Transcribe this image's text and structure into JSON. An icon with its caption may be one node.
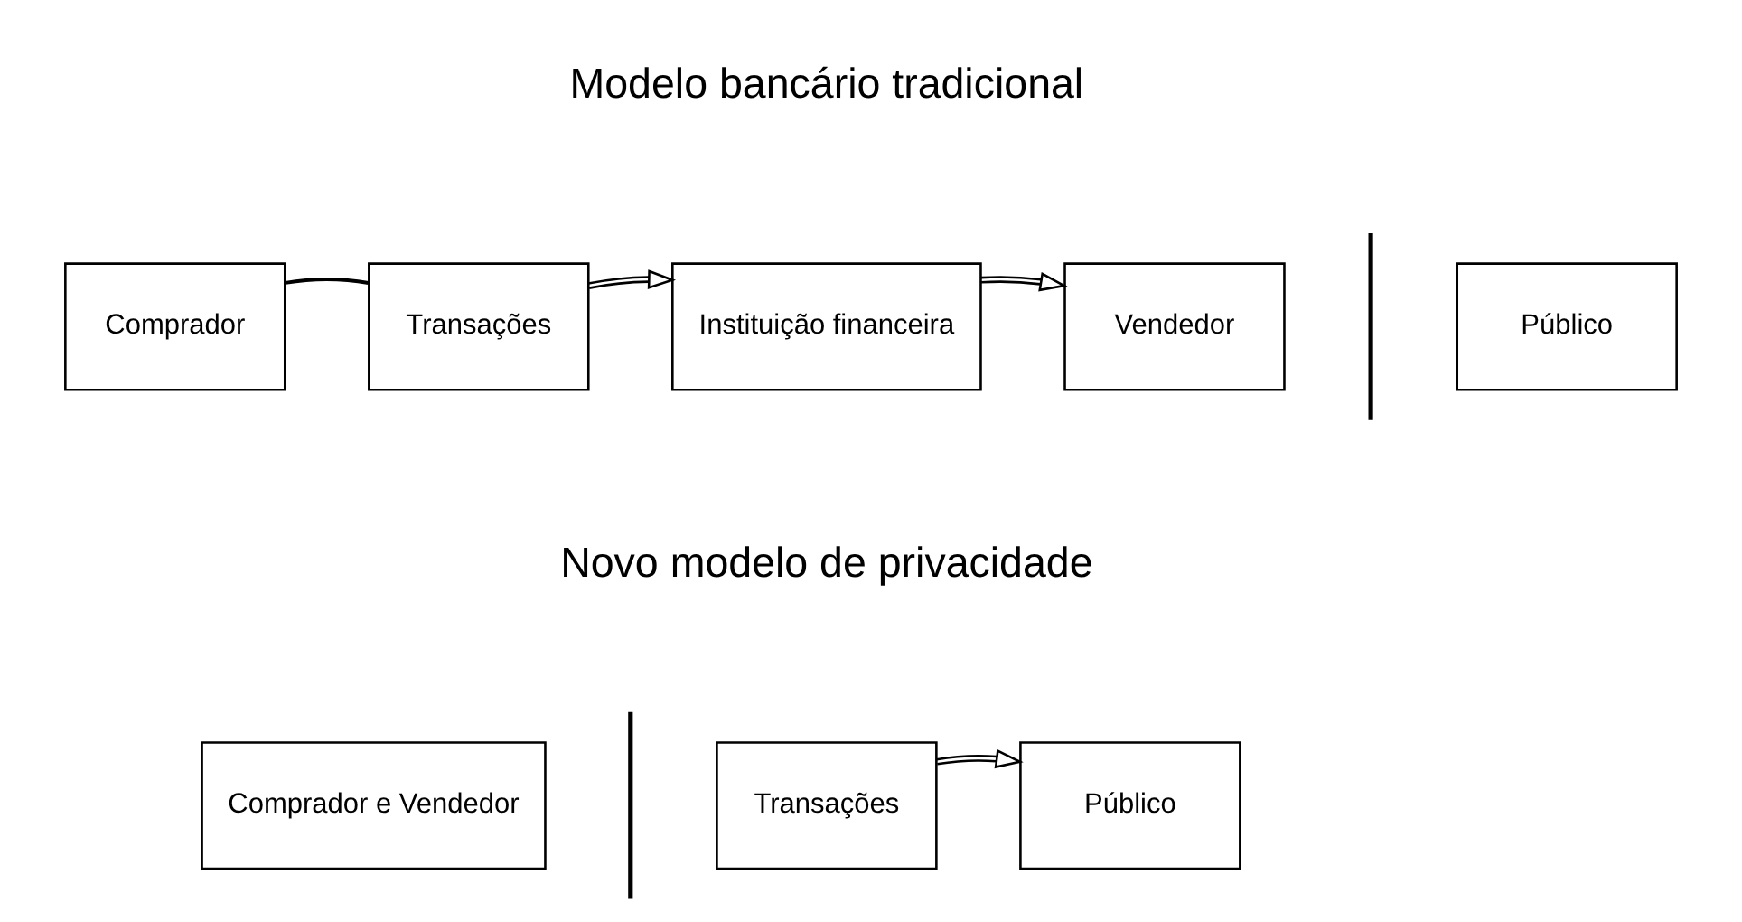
{
  "diagram": {
    "nodes": [
      {
        "text": [
          "Comprador"
        ]
      },
      {
        "text": [
          "Transações"
        ]
      },
      {
        "text": [
          "Instituição financeira"
        ]
      },
      {
        "text": [
          "Vendedor"
        ]
      },
      {
        "text": [
          "Público"
        ]
      },
      {
        "text": [
          "Comprador e Vendedor"
        ]
      },
      {
        "text": [
          "Transações"
        ]
      },
      {
        "text": [
          "Público"
        ]
      }
    ],
    "edges": [
      {
        "from": 0,
        "to": 1,
        "arrow": "none"
      },
      {
        "from": 1,
        "to": 2,
        "arrow": "to"
      },
      {
        "from": 2,
        "to": 3,
        "arrow": "to"
      },
      {
        "from": 6,
        "to": 7,
        "arrow": "to"
      }
    ],
    "labels": [
      "Modelo bancário tradicional",
      "Novo modelo de privacidade"
    ]
  }
}
